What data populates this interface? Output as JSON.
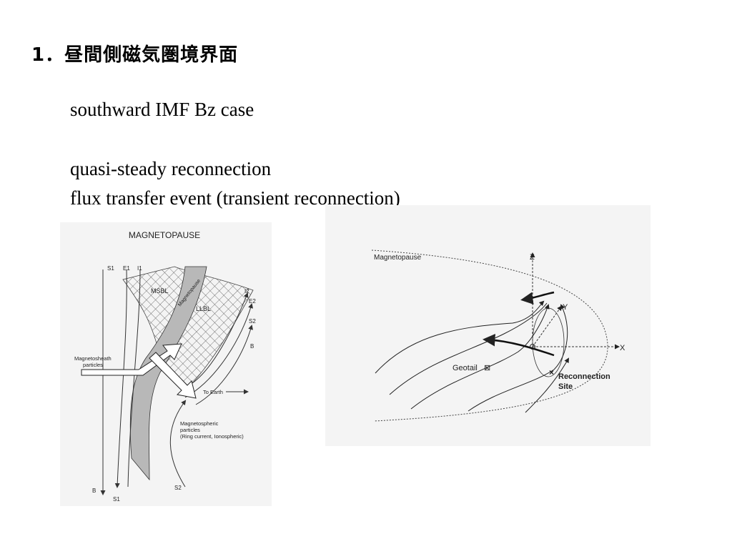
{
  "slide": {
    "heading": "1．昼間側磁気圏境界面",
    "lines": [
      "southward IMF Bz case",
      "quasi-steady reconnection",
      "flux transfer event  (transient reconnection)"
    ]
  },
  "figure_left": {
    "title": "MAGNETOPAUSE",
    "labels": {
      "s1_top": "S1",
      "e1": "E1",
      "i1": "I1",
      "msbl": "MSBL",
      "magnetopause_band": "Magnetopause",
      "llbl": "LLBL",
      "i2": "I2",
      "e2": "E2",
      "s2_top": "S2",
      "b_right": "B",
      "magnetosheath_1": "Magnetosheath",
      "magnetosheath_2": "particles",
      "to_earth": "To Earth",
      "magnetospheric_1": "Magnetospheric",
      "magnetospheric_2": "particles",
      "magnetospheric_3": "(Ring current, Ionospheric)",
      "s2_bottom": "S2",
      "b_bottom": "B",
      "s1_bottom": "S1"
    }
  },
  "figure_right": {
    "labels": {
      "magnetopause": "Magnetopause",
      "z_axis": "Z",
      "y_axis": "Y",
      "x_axis": "X",
      "geotail": "Geotail",
      "reconnection_1": "Reconnection",
      "reconnection_2": "Site"
    }
  }
}
